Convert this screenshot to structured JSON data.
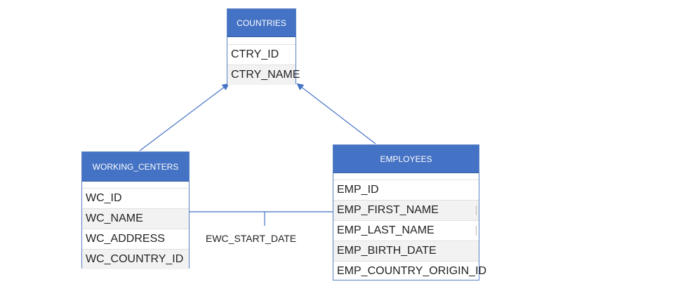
{
  "entities": {
    "countries": {
      "name": "COUNTRIES",
      "fields": [
        "CTRY_ID",
        "CTRY_NAME"
      ]
    },
    "working_centers": {
      "name": "WORKING_CENTERS",
      "fields": [
        "WC_ID",
        "WC_NAME",
        "WC_ADDRESS",
        "WC_COUNTRY_ID"
      ]
    },
    "employees": {
      "name": "EMPLOYEES",
      "fields": [
        "EMP_ID",
        "EMP_FIRST_NAME",
        "EMP_LAST_NAME",
        "EMP_BIRTH_DATE",
        "EMP_COUNTRY_ORIGIN_ID"
      ]
    }
  },
  "relationships": {
    "ewc_label": "EWC_START_DATE"
  },
  "colors": {
    "header_bg": "#4472c4",
    "header_text": "#ffffff",
    "border": "#5a80c6",
    "connector": "#4472c4",
    "alt_row": "#f2f2f2"
  }
}
